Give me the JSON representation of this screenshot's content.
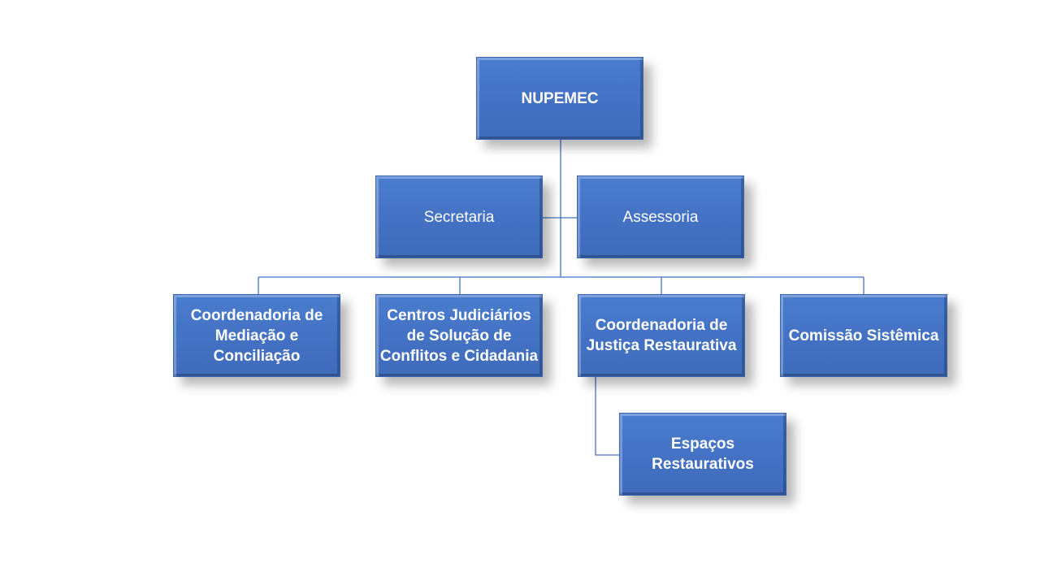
{
  "org_chart": {
    "root": {
      "label": "NUPEMEC"
    },
    "staff": [
      {
        "label": "Secretaria"
      },
      {
        "label": "Assessoria"
      }
    ],
    "units": [
      {
        "label": "Coordenadoria de Mediação e Conciliação"
      },
      {
        "label": "Centros Judiciários de Solução de Conflitos e Cidadania"
      },
      {
        "label": "Coordenadoria de Justiça Restaurativa"
      },
      {
        "label": "Comissão Sistêmica"
      }
    ],
    "sub_units": [
      {
        "label": "Espaços Restaurativos"
      }
    ]
  },
  "colors": {
    "box_fill": "#4472c4",
    "connector": "#4472c4",
    "text": "#ffffff"
  }
}
